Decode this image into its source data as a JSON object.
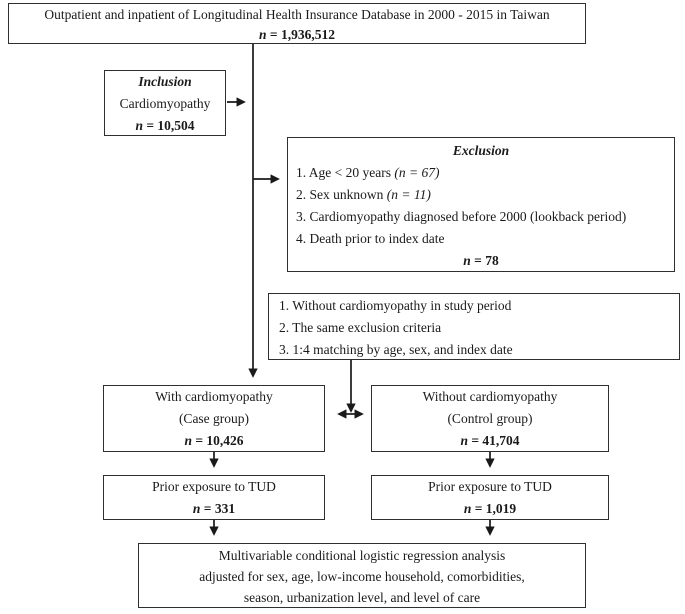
{
  "top_box": {
    "text": "Outpatient and inpatient of Longitudinal Health Insurance Database in 2000 - 2015 in Taiwan",
    "n": "n",
    "n_value": " = 1,936,512"
  },
  "inclusion_box": {
    "title": "Inclusion",
    "text": "Cardiomyopathy",
    "n": "n",
    "n_value": " = 10,504"
  },
  "exclusion_box": {
    "title": "Exclusion",
    "items": [
      {
        "text": "1. Age < 20 years ",
        "note": "(n = 67)"
      },
      {
        "text": "2. Sex unknown ",
        "note": "(n = 11)"
      },
      {
        "text": "3. Cardiomyopathy diagnosed before 2000 (lookback period)",
        "note": ""
      },
      {
        "text": "4. Death prior to index date",
        "note": ""
      }
    ],
    "n": "n",
    "n_value": " = 78"
  },
  "matching_box": {
    "items": [
      "1. Without cardiomyopathy in study period",
      "2. The same exclusion criteria",
      "3. 1:4 matching by age, sex, and index date"
    ]
  },
  "case_box": {
    "line1": "With cardiomyopathy",
    "line2": "(Case group)",
    "n": "n",
    "n_value": " = 10,426"
  },
  "control_box": {
    "line1": "Without cardiomyopathy",
    "line2": "(Control group)",
    "n": "n",
    "n_value": " = 41,704"
  },
  "case_tud_box": {
    "line1": "Prior exposure to TUD",
    "n": "n",
    "n_value": " = 331"
  },
  "control_tud_box": {
    "line1": "Prior exposure to TUD",
    "n": "n",
    "n_value": " = 1,019"
  },
  "regression_box": {
    "line1": "Multivariable conditional logistic regression analysis",
    "line2": "adjusted for sex, age, low-income household, comorbidities,",
    "line3": "season, urbanization level, and level of care"
  },
  "colors": {
    "border": "#2f2f2f",
    "arrow": "#1a1a1a",
    "background": "#ffffff"
  }
}
